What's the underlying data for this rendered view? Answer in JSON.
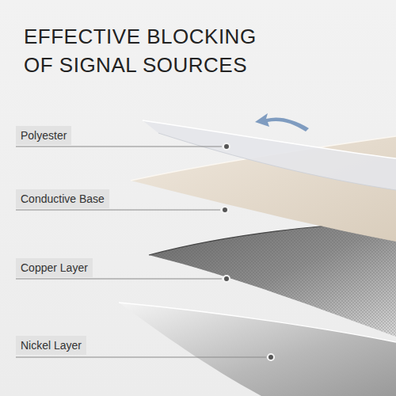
{
  "diagram": {
    "title": "EFFECTIVE BLOCKING OF SIGNAL SOURCES",
    "nodes": [
      {
        "text": [
          "Polyester"
        ]
      },
      {
        "text": [
          "Conductive Base"
        ]
      },
      {
        "text": [
          "Copper Layer"
        ]
      },
      {
        "text": [
          "Nickel Layer"
        ]
      }
    ]
  }
}
